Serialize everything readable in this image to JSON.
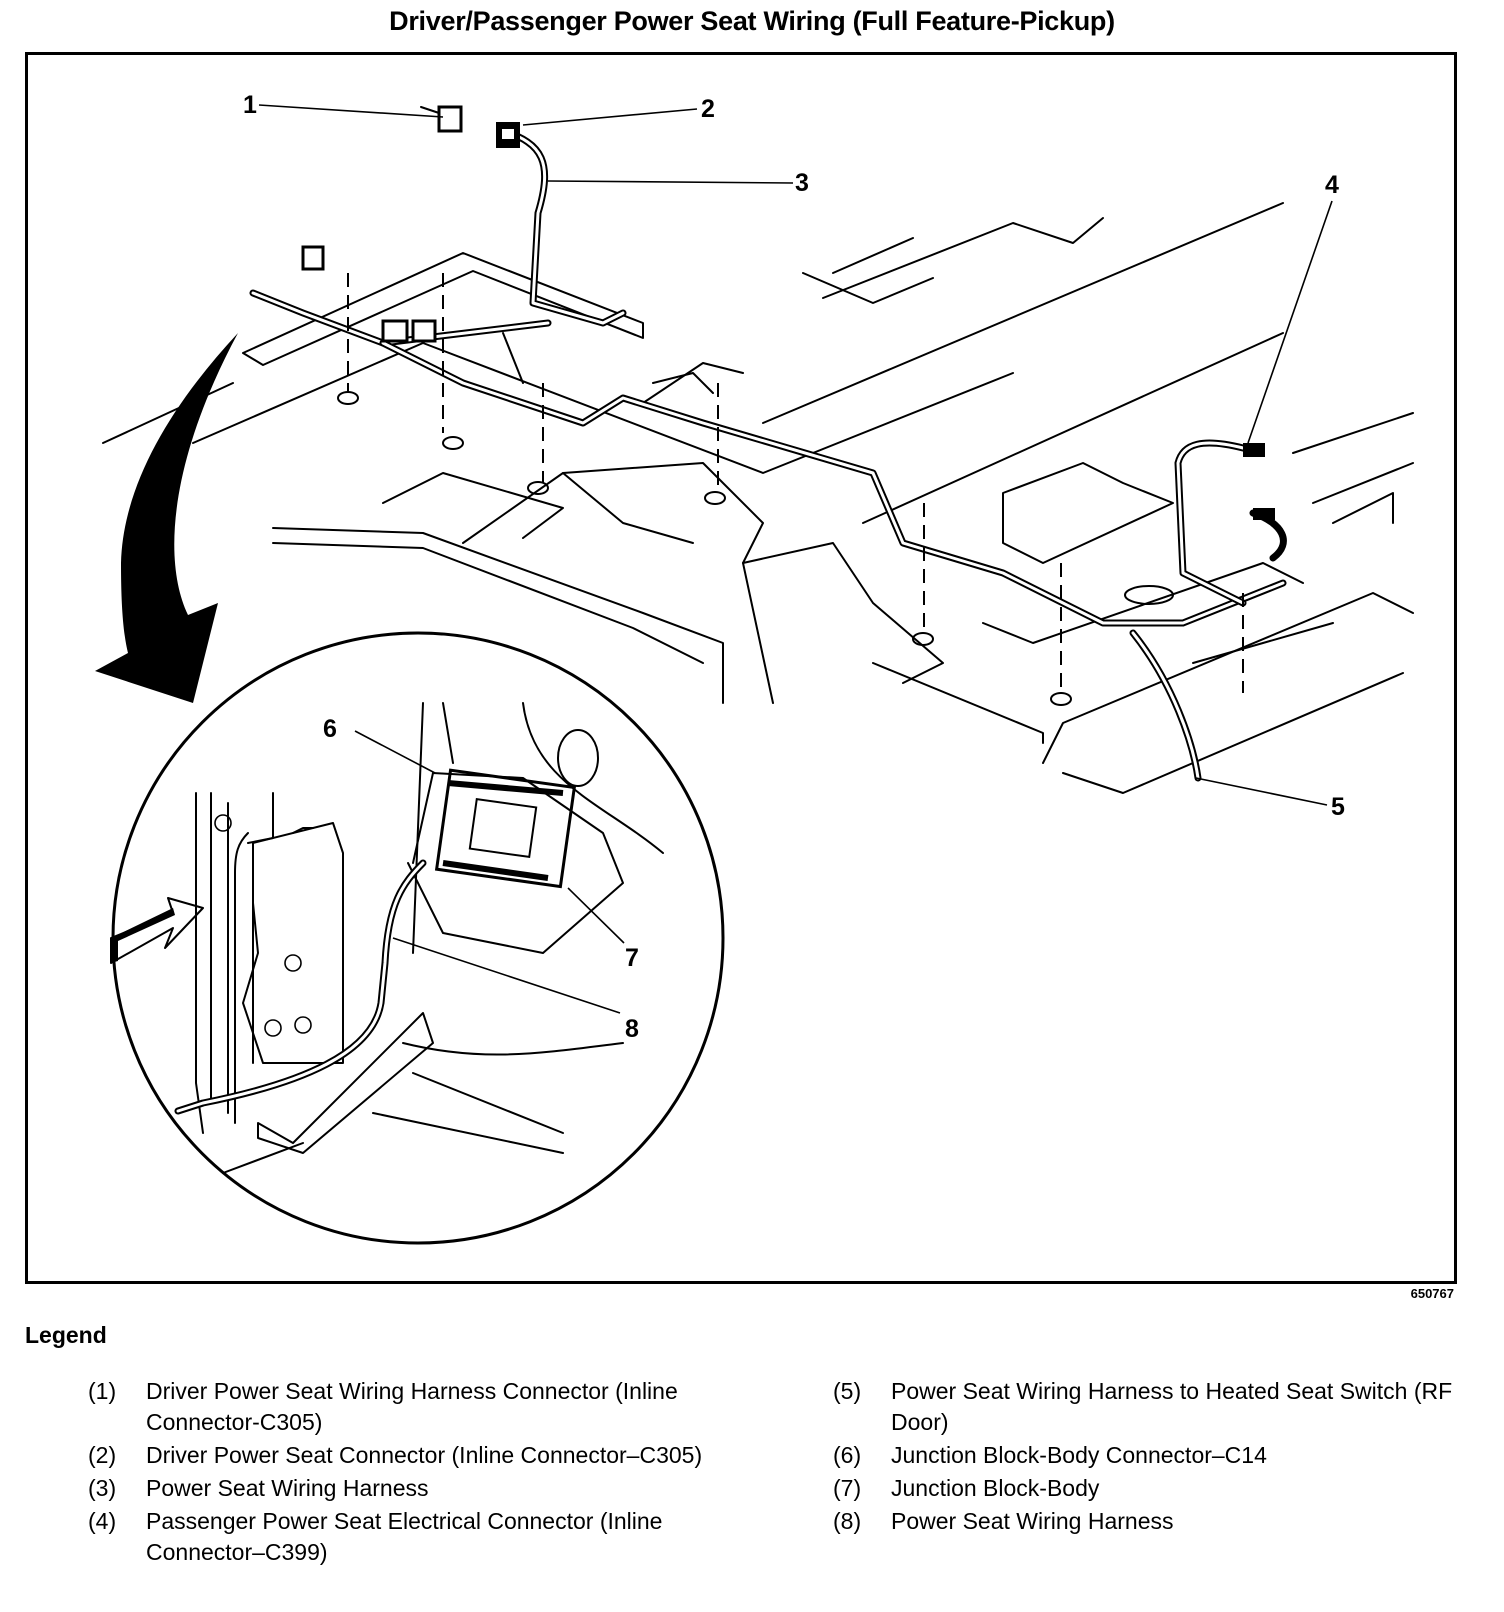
{
  "title": "Driver/Passenger Power Seat Wiring (Full Feature-Pickup)",
  "figure_number": "650767",
  "callouts": {
    "c1": "1",
    "c2": "2",
    "c3": "3",
    "c4": "4",
    "c5": "5",
    "c6": "6",
    "c7": "7",
    "c8": "8"
  },
  "legend": {
    "heading": "Legend",
    "items": [
      {
        "num": "(1)",
        "text": "Driver Power Seat Wiring Harness Connector (Inline Connector-C305)"
      },
      {
        "num": "(2)",
        "text": "Driver Power Seat Connector (Inline Connector–C305)"
      },
      {
        "num": "(3)",
        "text": "Power Seat Wiring Harness"
      },
      {
        "num": "(4)",
        "text": "Passenger Power Seat Electrical Connector (Inline Connector–C399)"
      },
      {
        "num": "(5)",
        "text": "Power Seat Wiring Harness to Heated Seat Switch (RF Door)"
      },
      {
        "num": "(6)",
        "text": "Junction Block-Body Connector–C14"
      },
      {
        "num": "(7)",
        "text": "Junction Block-Body"
      },
      {
        "num": "(8)",
        "text": "Power Seat Wiring Harness"
      }
    ]
  }
}
